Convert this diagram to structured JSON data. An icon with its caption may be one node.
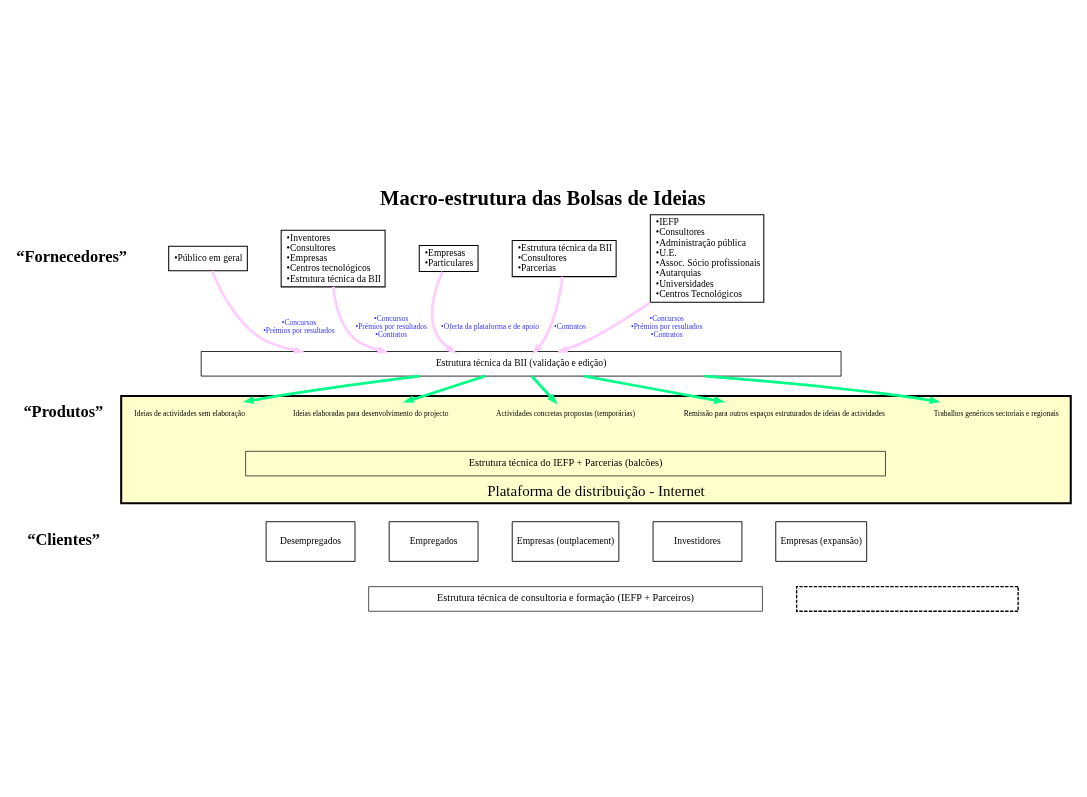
{
  "diagram": {
    "title": "Macro-estrutura das Bolsas de Ideias",
    "nodes": [
      {
        "text": [
          "•Público em geral"
        ]
      },
      {
        "text": [
          "•Inventores",
          "•Consultores",
          "•Empresas",
          "•Centros tecnológicos",
          "•Estrutura técnica da BII"
        ]
      },
      {
        "text": [
          "•Empresas",
          "•Particulares"
        ]
      },
      {
        "text": [
          "•Estrutura técnica da BII",
          "•Consultores",
          "•Parcerias"
        ]
      },
      {
        "text": [
          "•IEFP",
          "•Consultores",
          "•Administração pública",
          "•U.E.",
          "•Assoc. Sócio profissionais",
          "•Autarquias",
          "•Universidades",
          "•Centros Tecnológicos"
        ]
      },
      {
        "text": [
          "Estrutura técnica da BII (validação e edição)"
        ]
      },
      {
        "text": [
          "Plataforma de distribuição - Internet"
        ]
      },
      {
        "text": [
          "Ideias de actividades sem elaboração"
        ],
        "in": 6
      },
      {
        "text": [
          "Ideias elaboradas para desenvolvimento do projecto"
        ],
        "in": 6
      },
      {
        "text": [
          "Actividades concretas propostas (temporárias)"
        ],
        "in": 6
      },
      {
        "text": [
          "Remissão para outros espaços estruturados de ideias de actividades"
        ],
        "in": 6
      },
      {
        "text": [
          "Trabalhos genéricos sectoriais e regionais"
        ],
        "in": 6
      },
      {
        "text": [
          "Estrutura técnica do IEFP + Parcerias (balcões)"
        ],
        "in": 6
      },
      {
        "text": [
          "Desempregados"
        ]
      },
      {
        "text": [
          "Empregados"
        ]
      },
      {
        "text": [
          "Empresas (outplacement)"
        ]
      },
      {
        "text": [
          "Investidores"
        ]
      },
      {
        "text": [
          "Empresas (expansão)"
        ]
      },
      {
        "text": [
          "Estrutura técnica de consultoria e formação (IEFP + Parceiros)"
        ]
      },
      {
        "text": [],
        "shape": "box"
      }
    ],
    "edges": [
      {
        "from": 0,
        "to": 5,
        "arrow": "to",
        "label": "•Concursos •Prémios por resultados",
        "color": "#ffccff"
      },
      {
        "from": 1,
        "to": 5,
        "arrow": "to",
        "label": "•Concursos •Prémios por resultados •Contratos",
        "color": "#ffccff"
      },
      {
        "from": 2,
        "to": 5,
        "arrow": "to",
        "label": "•Oferta da plataforma e de apoio",
        "color": "#ffccff"
      },
      {
        "from": 3,
        "to": 5,
        "arrow": "to",
        "label": "•Contratos",
        "color": "#ffccff"
      },
      {
        "from": 4,
        "to": 5,
        "arrow": "to",
        "label": "•Concursos •Prémios por resultados •Contratos",
        "color": "#ffccff"
      },
      {
        "from": 5,
        "to": 7,
        "arrow": "to",
        "color": "#00ff88"
      },
      {
        "from": 5,
        "to": 8,
        "arrow": "to",
        "color": "#00ff88"
      },
      {
        "from": 5,
        "to": 9,
        "arrow": "to",
        "color": "#00ff88"
      },
      {
        "from": 5,
        "to": 10,
        "arrow": "to",
        "color": "#00ff88"
      },
      {
        "from": 5,
        "to": 11,
        "arrow": "to",
        "color": "#00ff88"
      }
    ],
    "labels": [
      "“Fornecedores”",
      "“Produtos”",
      "“Clientes”"
    ]
  }
}
